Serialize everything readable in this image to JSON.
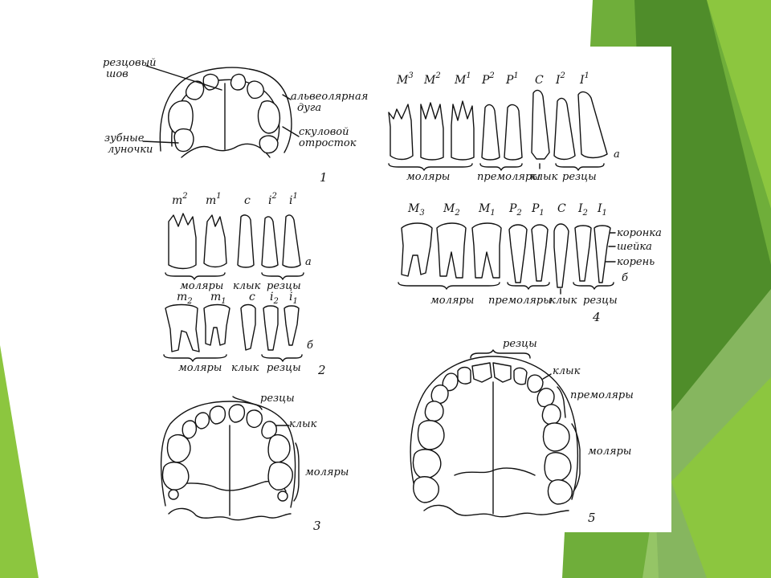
{
  "colors": {
    "background": "#ffffff",
    "green_dark": "#4f8d2a",
    "green_mid": "#6fae3a",
    "green_light": "#8cc63f",
    "green_pale": "#b5d98a",
    "ink": "#111111"
  },
  "figure1": {
    "number": "1",
    "labels": {
      "suture": [
        "резцовый",
        "шов"
      ],
      "arch": [
        "альвеолярная",
        "дуга"
      ],
      "process": [
        "скуловой",
        "отросток"
      ],
      "sockets": [
        "зубные",
        "луночки"
      ]
    }
  },
  "figure2": {
    "number": "2",
    "row_a": {
      "codes": [
        "m",
        "m",
        "c",
        "i",
        "i"
      ],
      "sups": [
        "2",
        "1",
        "",
        "2",
        "1"
      ],
      "letter": "а",
      "groups": [
        "моляры",
        "клык",
        "резцы"
      ]
    },
    "row_b": {
      "codes": [
        "m",
        "m",
        "c",
        "i",
        "i"
      ],
      "subs": [
        "2",
        "1",
        "",
        "2",
        "1"
      ],
      "letter": "б",
      "groups": [
        "моляры",
        "клык",
        "резцы"
      ]
    }
  },
  "figure3": {
    "number": "3",
    "labels": {
      "incisors": "резцы",
      "canine": "клык",
      "molars": "моляры"
    }
  },
  "figure4": {
    "number": "4",
    "row_a": {
      "codes": [
        "M",
        "M",
        "M",
        "P",
        "P",
        "C",
        "I",
        "I"
      ],
      "sups": [
        "3",
        "2",
        "1",
        "2",
        "1",
        "",
        "2",
        "1"
      ],
      "letter": "а",
      "groups": [
        "моляры",
        "премоляры",
        "клык",
        "резцы"
      ]
    },
    "row_b": {
      "codes": [
        "M",
        "M",
        "M",
        "P",
        "P",
        "C",
        "I",
        "I"
      ],
      "subs": [
        "3",
        "2",
        "1",
        "2",
        "1",
        "",
        "2",
        "1"
      ],
      "letter": "б",
      "groups": [
        "моляры",
        "премоляры",
        "клык",
        "резцы"
      ],
      "parts": [
        "коронка",
        "шейка",
        "корень"
      ]
    }
  },
  "figure5": {
    "number": "5",
    "labels": {
      "incisors": "резцы",
      "canine": "клык",
      "premolars": "премоляры",
      "molars": "моляры"
    }
  }
}
